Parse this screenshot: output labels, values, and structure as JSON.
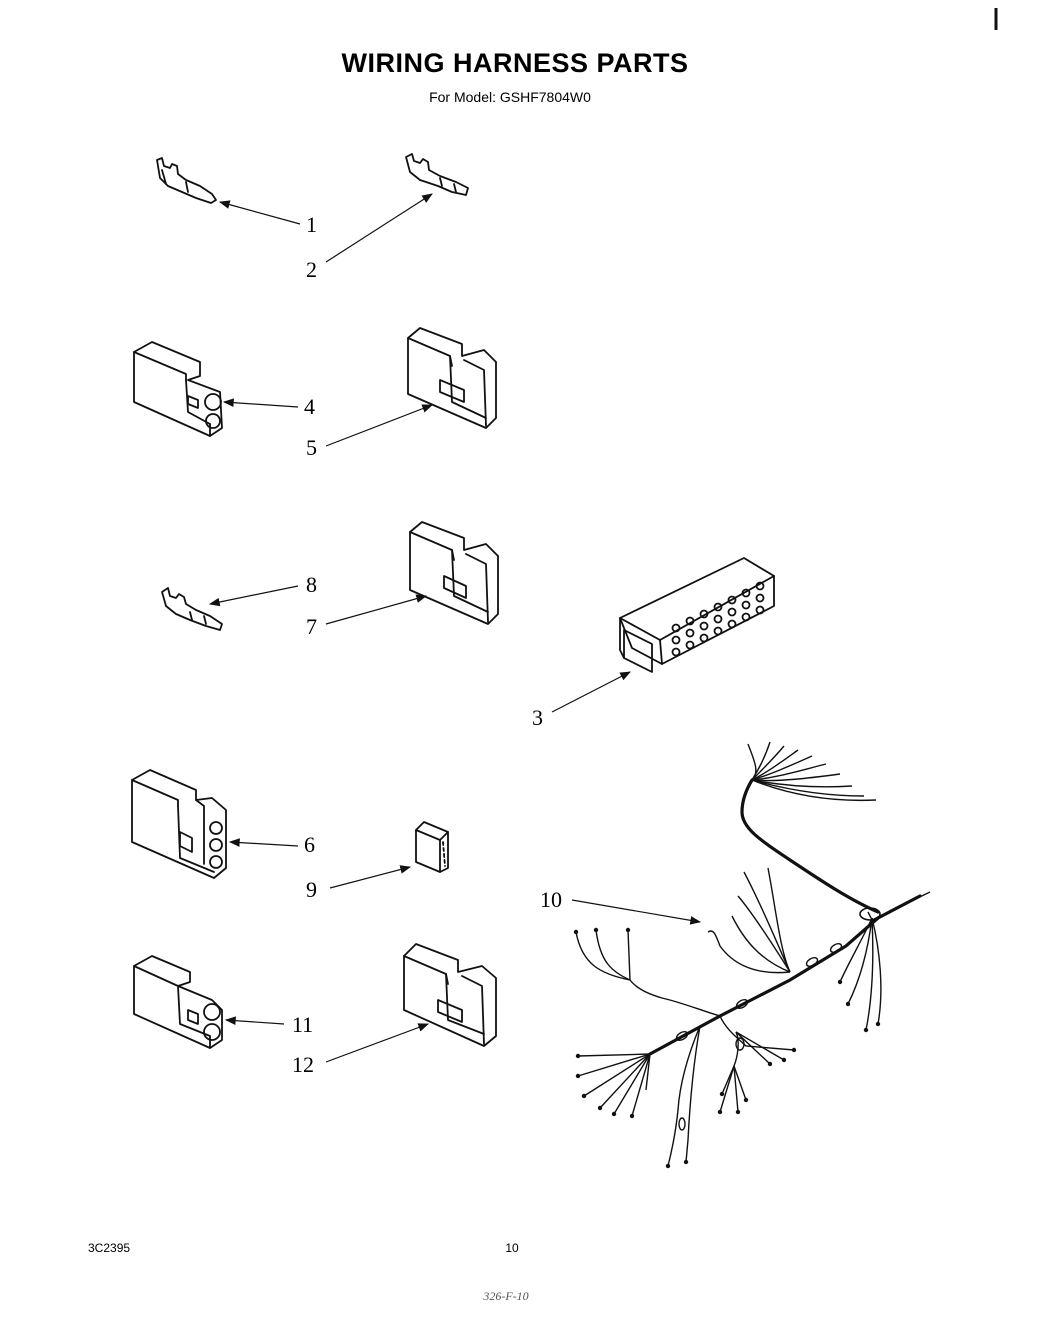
{
  "header": {
    "title": "WIRING HARNESS PARTS",
    "subtitle": "For Model: GSHF7804W0"
  },
  "callouts": {
    "c1": "1",
    "c2": "2",
    "c3": "3",
    "c4": "4",
    "c5": "5",
    "c6": "6",
    "c7": "7",
    "c8": "8",
    "c9": "9",
    "c10": "10",
    "c11": "11",
    "c12": "12"
  },
  "footer": {
    "code": "3C2395",
    "page_number": "10",
    "handwritten_note": "326-F-10"
  }
}
